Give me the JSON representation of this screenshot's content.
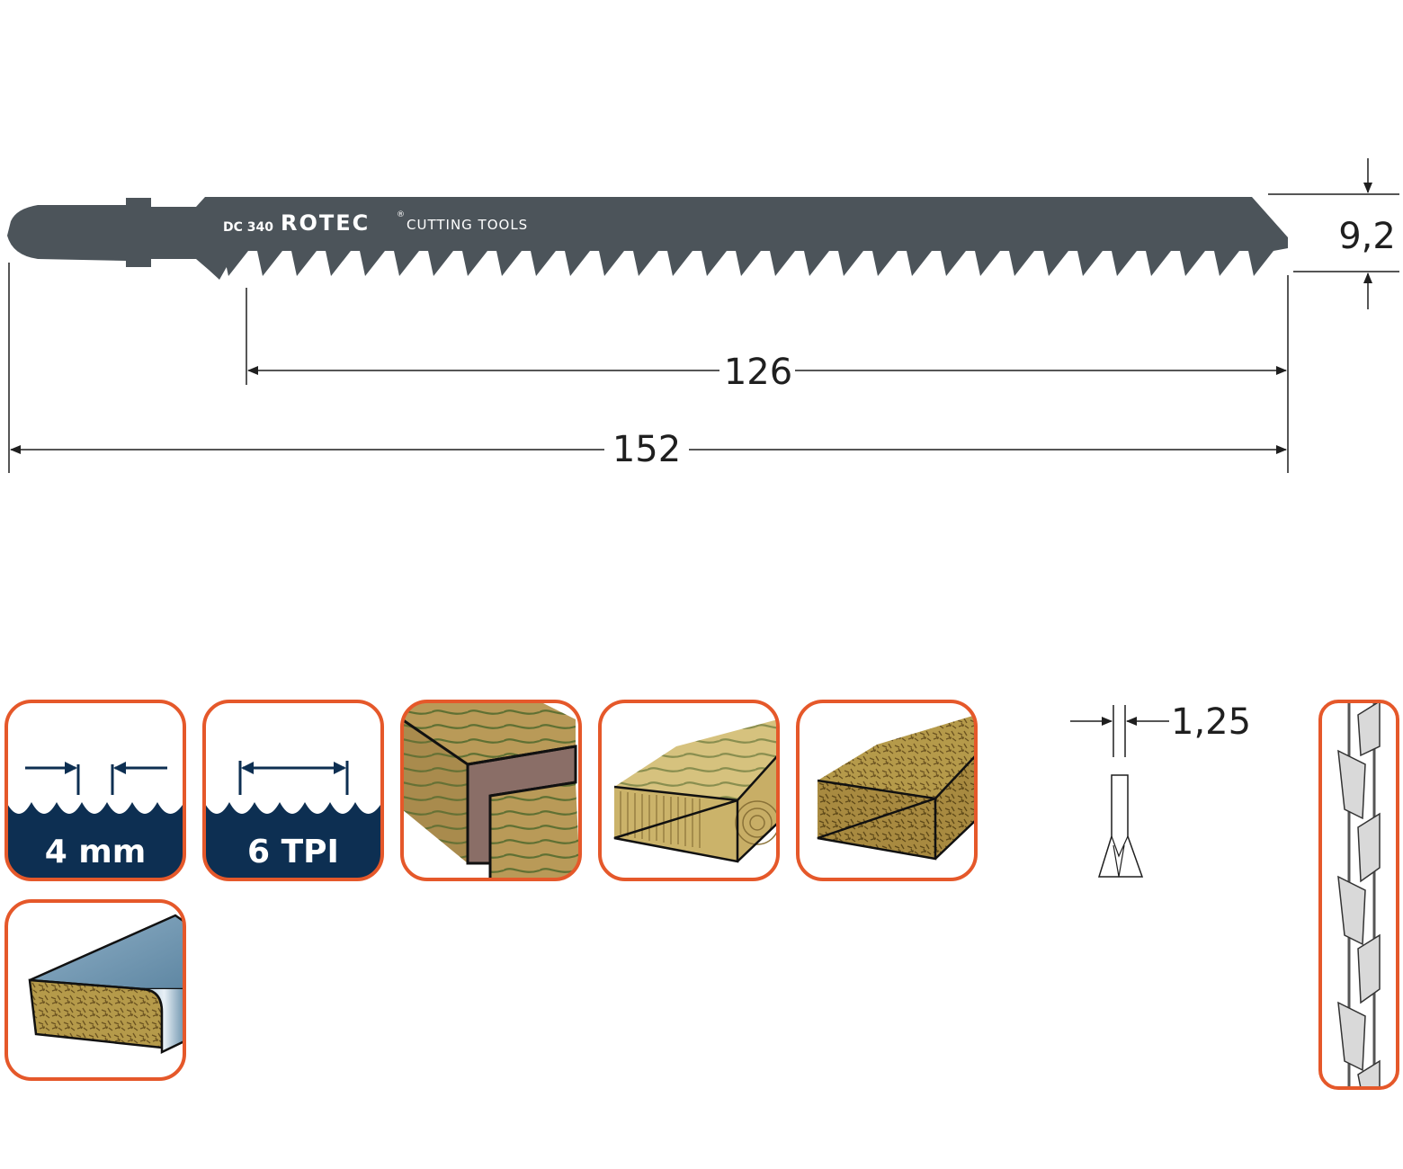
{
  "blade": {
    "code": "DC 340",
    "brand": "ROTEC",
    "registered": "®",
    "tagline": "CUTTING TOOLS",
    "color": "#4c545a"
  },
  "dimensions": {
    "height": "9,2",
    "cutting_length": "126",
    "total_length": "152",
    "thickness": "1,25"
  },
  "features": {
    "tooth_pitch": "4 mm",
    "tpi": "6 TPI"
  },
  "icons": [
    "tooth-pitch-icon",
    "tpi-icon",
    "plywood-joint-icon",
    "solid-wood-icon",
    "chipboard-icon",
    "laminated-worktop-icon",
    "blade-thickness-icon",
    "set-teeth-icon"
  ],
  "colors": {
    "frame": "#e5582a",
    "badge": "#0d2f52",
    "arrow": "#0d2f52"
  }
}
